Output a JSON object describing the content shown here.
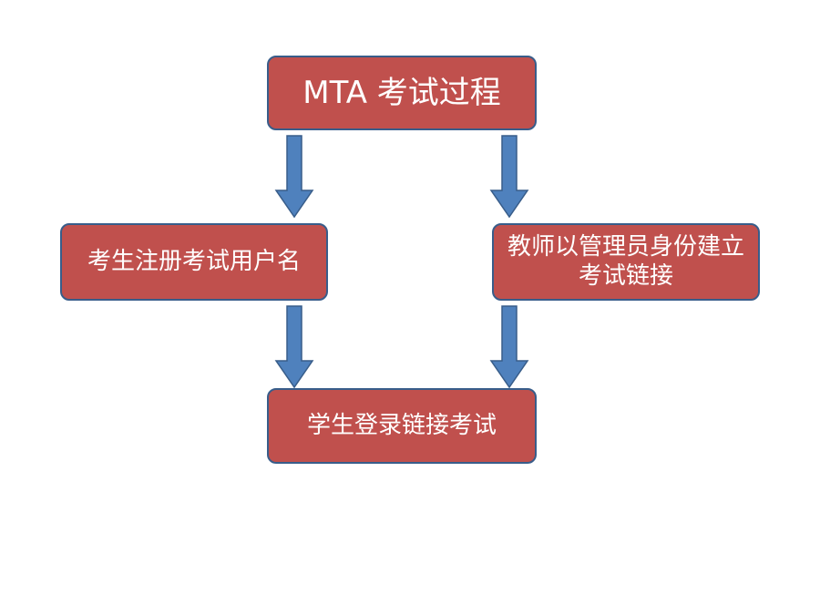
{
  "nodes": {
    "top": "MTA 考试过程",
    "left": "考生注册考试用户名",
    "right": "教师以管理员身份建立考试链接",
    "bottom": "学生登录链接考试"
  },
  "colors": {
    "node_fill": "#c0504d",
    "node_border": "#385d8a",
    "arrow_fill": "#4f81bd",
    "arrow_border": "#385d8a",
    "text": "#ffffff"
  }
}
